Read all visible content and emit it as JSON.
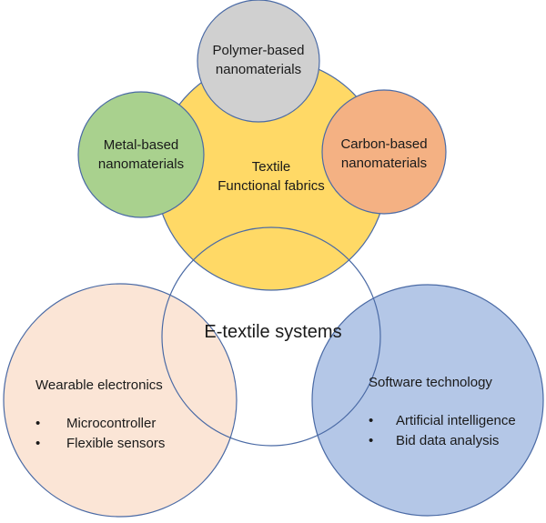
{
  "diagram": {
    "center": {
      "label": "E-textile systems"
    },
    "textile": {
      "lines": [
        "Textile",
        "Functional fabrics"
      ]
    },
    "polymer": {
      "lines": [
        "Polymer-based",
        "nanomaterials"
      ]
    },
    "metal": {
      "lines": [
        "Metal-based",
        "nanomaterials"
      ]
    },
    "carbon": {
      "lines": [
        "Carbon-based",
        "nanomaterials"
      ]
    },
    "wearable": {
      "title": "Wearable electronics",
      "items": [
        "Microcontroller",
        "Flexible sensors"
      ]
    },
    "software": {
      "title": "Software technology",
      "items": [
        "Artificial intelligence",
        "Bid data analysis"
      ]
    }
  },
  "colors": {
    "textile_fill": "#ffd966",
    "polymer_fill": "#d0d0d0",
    "metal_fill": "#a9d18e",
    "carbon_fill": "#f4b183",
    "wearable_fill": "#fbe5d6",
    "software_fill": "#b4c7e7",
    "outline": "#4a6aa5"
  }
}
